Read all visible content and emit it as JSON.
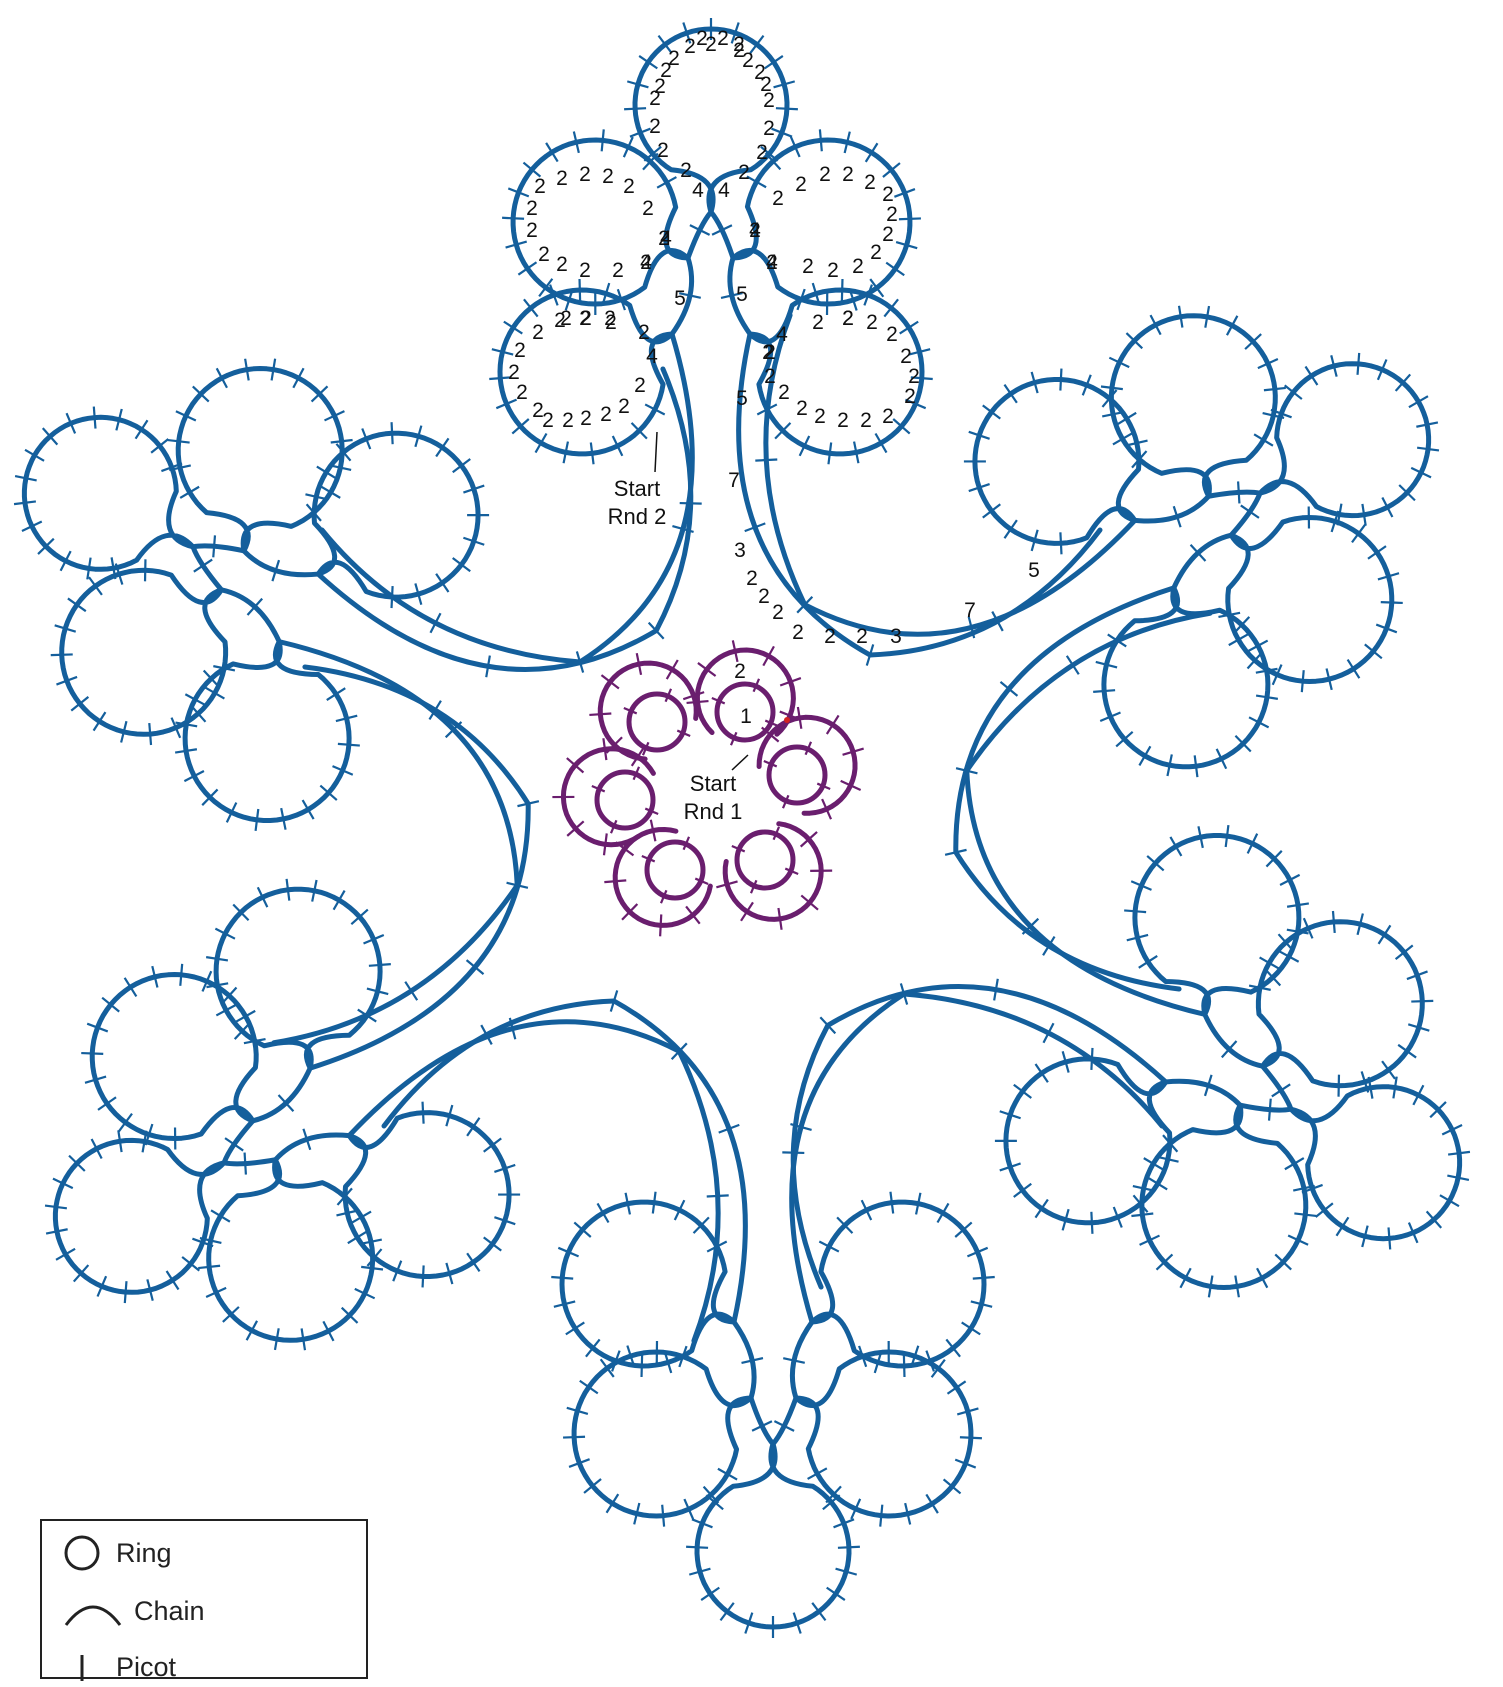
{
  "colors": {
    "round2": "#145f9c",
    "round1": "#6a1e6e",
    "text": "#111111",
    "accent_dot": "#d22222"
  },
  "notes": {
    "start_rnd1": [
      "Start",
      "Rnd 1"
    ],
    "start_rnd2": [
      "Start",
      "Rnd 2"
    ]
  },
  "round1_label": "1",
  "round1_chain_label": "2",
  "counts": {
    "top_ring": [
      "2",
      "2",
      "2",
      "2",
      "2",
      "2",
      "2",
      "2",
      "2",
      "2",
      "2",
      "2",
      "2",
      "2",
      "2",
      "2",
      "2",
      "2",
      "2",
      "2",
      "4",
      "4"
    ],
    "left_upper_ring": [
      "2",
      "2",
      "2",
      "2",
      "2",
      "2",
      "2",
      "2",
      "2",
      "2",
      "2",
      "2",
      "2",
      "2",
      "4",
      "4"
    ],
    "right_upper_ring": [
      "2",
      "2",
      "2",
      "2",
      "2",
      "2",
      "2",
      "2",
      "2",
      "2",
      "2",
      "2",
      "2",
      "2",
      "4",
      "4"
    ],
    "left_lower_ring": [
      "2",
      "2",
      "2",
      "2",
      "2",
      "2",
      "2",
      "2",
      "2",
      "2",
      "2",
      "2",
      "2",
      "2",
      "2",
      "4",
      "2",
      "2",
      "2"
    ],
    "right_lower_ring": [
      "2",
      "2",
      "2",
      "2",
      "2",
      "2",
      "2",
      "2",
      "2",
      "2",
      "2",
      "2",
      "2",
      "2",
      "2",
      "2",
      "4",
      "2"
    ],
    "stem": [
      "5",
      "5",
      "5",
      "7",
      "3",
      "2",
      "2",
      "2",
      "2",
      "2",
      "2",
      "3",
      "7",
      "5"
    ]
  },
  "legend": {
    "items": [
      {
        "label": "Ring",
        "icon": "ring-icon"
      },
      {
        "label": "Chain",
        "icon": "chain-icon"
      },
      {
        "label": "Picot",
        "icon": "picot-icon"
      }
    ]
  }
}
